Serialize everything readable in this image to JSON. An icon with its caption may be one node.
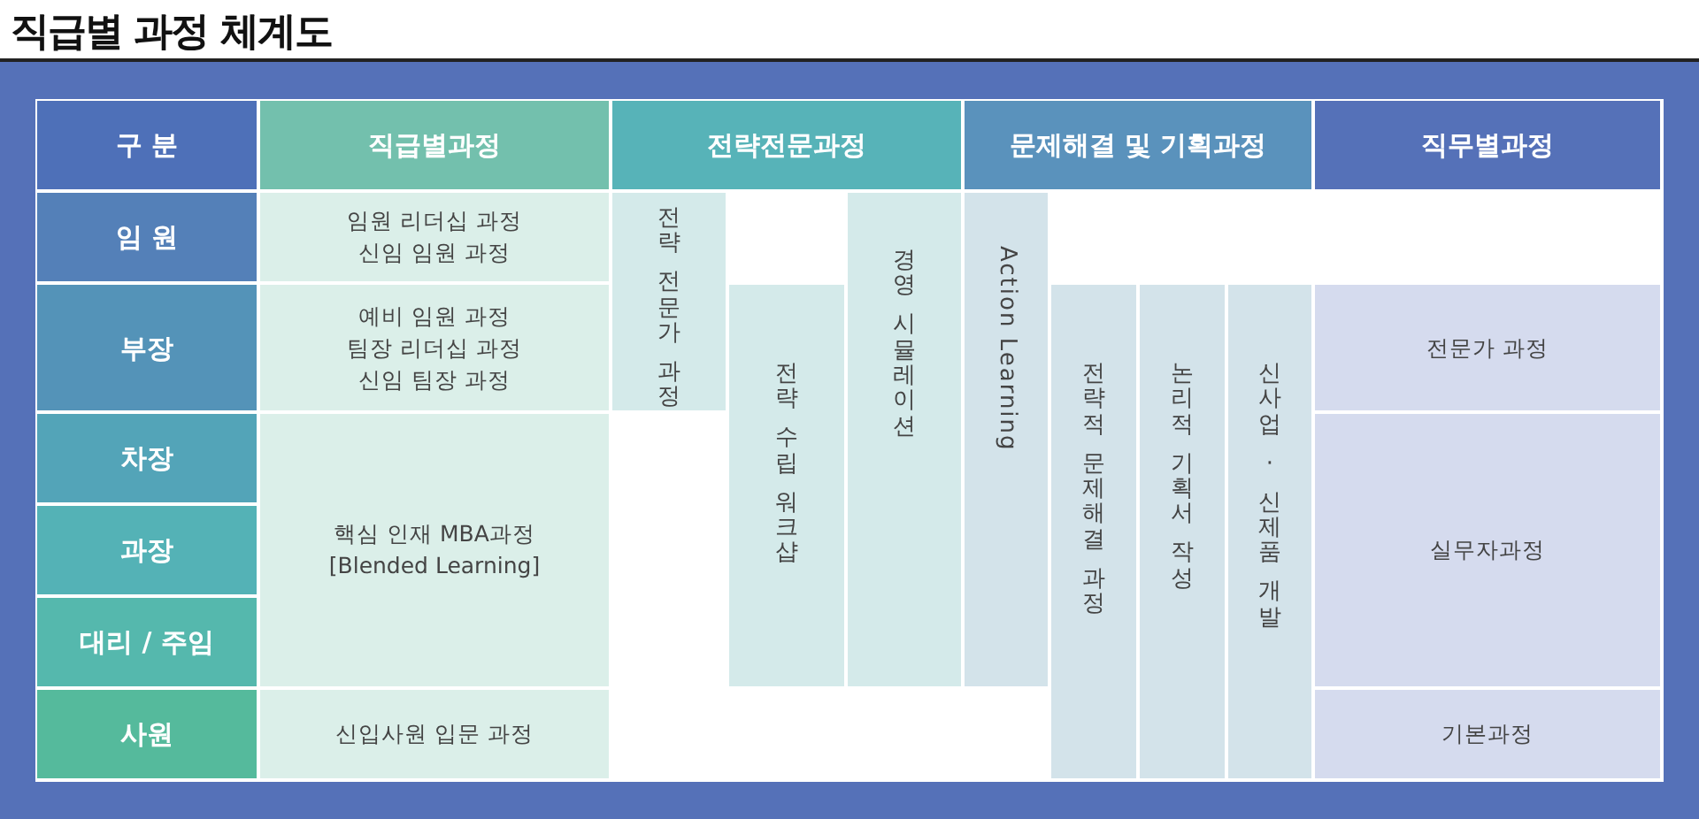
{
  "diagram": {
    "title": "직급별 과정 체계도",
    "nodes": [
      {
        "text": [
          "구 분"
        ]
      },
      {
        "text": [
          "직급별과정"
        ]
      },
      {
        "text": [
          "전략전문과정"
        ]
      },
      {
        "text": [
          "문제해결 및 기획과정"
        ]
      },
      {
        "text": [
          "직무별과정"
        ]
      },
      {
        "text": [
          "임 원"
        ]
      },
      {
        "text": [
          "임원 리더십 과정 신임 임원 과정"
        ]
      },
      {
        "text": [
          "전략 전문가 과정"
        ]
      },
      {
        "text": [
          "경영 시뮬레이션"
        ]
      },
      {
        "text": [
          "Action Learning"
        ]
      },
      {
        "text": [
          "부장"
        ]
      },
      {
        "text": [
          "예비 임원 과정 팀장 리더십 과정 신임 팀장 과정"
        ]
      },
      {
        "text": [
          "전략 수립 워크샵"
        ]
      },
      {
        "text": [
          "전략적 문제해결 과정"
        ]
      },
      {
        "text": [
          "논리적 기획서 작성"
        ]
      },
      {
        "text": [
          "신사업 · 신제품 개발"
        ]
      },
      {
        "text": [
          "전문가 과정"
        ]
      },
      {
        "text": [
          "차장"
        ]
      },
      {
        "text": [
          "핵심 인재 MBA과정 [Blended Learning]"
        ]
      },
      {
        "text": [
          "실무자과정"
        ]
      },
      {
        "text": [
          "과장"
        ]
      },
      {
        "text": [
          "대리 / 주임"
        ]
      },
      {
        "text": [
          "사원"
        ]
      },
      {
        "text": [
          "신입사원 입문 과정"
        ]
      },
      {
        "text": [
          "기본과정"
        ]
      }
    ],
    "edges": []
  }
}
